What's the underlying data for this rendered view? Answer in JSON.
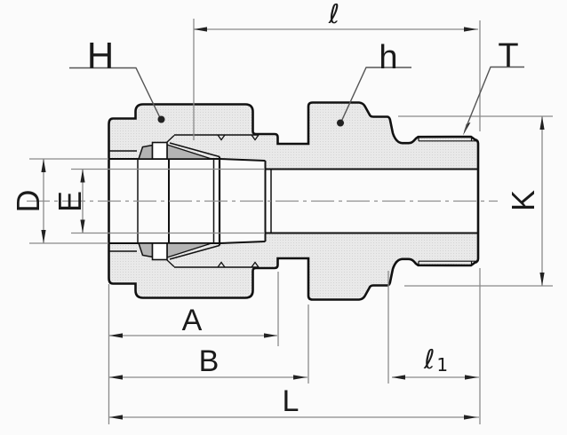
{
  "drawing": {
    "title": "tube-fitting-male-connector-cross-section",
    "colors": {
      "bg": "#fbfbfb",
      "line": "#111111",
      "dim": "#8a8a8a",
      "leader": "#555555",
      "arrow": "#222222",
      "label": "#1a1a1a",
      "fill_light": "#e9e9e9",
      "fill_dot": "#d6d6d6",
      "fill_dark": "#b4b4b4"
    },
    "labels": {
      "nut_hex": "H",
      "body_hex": "h",
      "thread": "T",
      "thread_length": "ℓ",
      "tube_od": "D",
      "bore": "E",
      "hex_diameter": "K",
      "nut_length": "A",
      "length_to_hex": "B",
      "thread_len_1_base": "ℓ",
      "thread_len_1_sub": "1",
      "overall_length": "L"
    }
  }
}
